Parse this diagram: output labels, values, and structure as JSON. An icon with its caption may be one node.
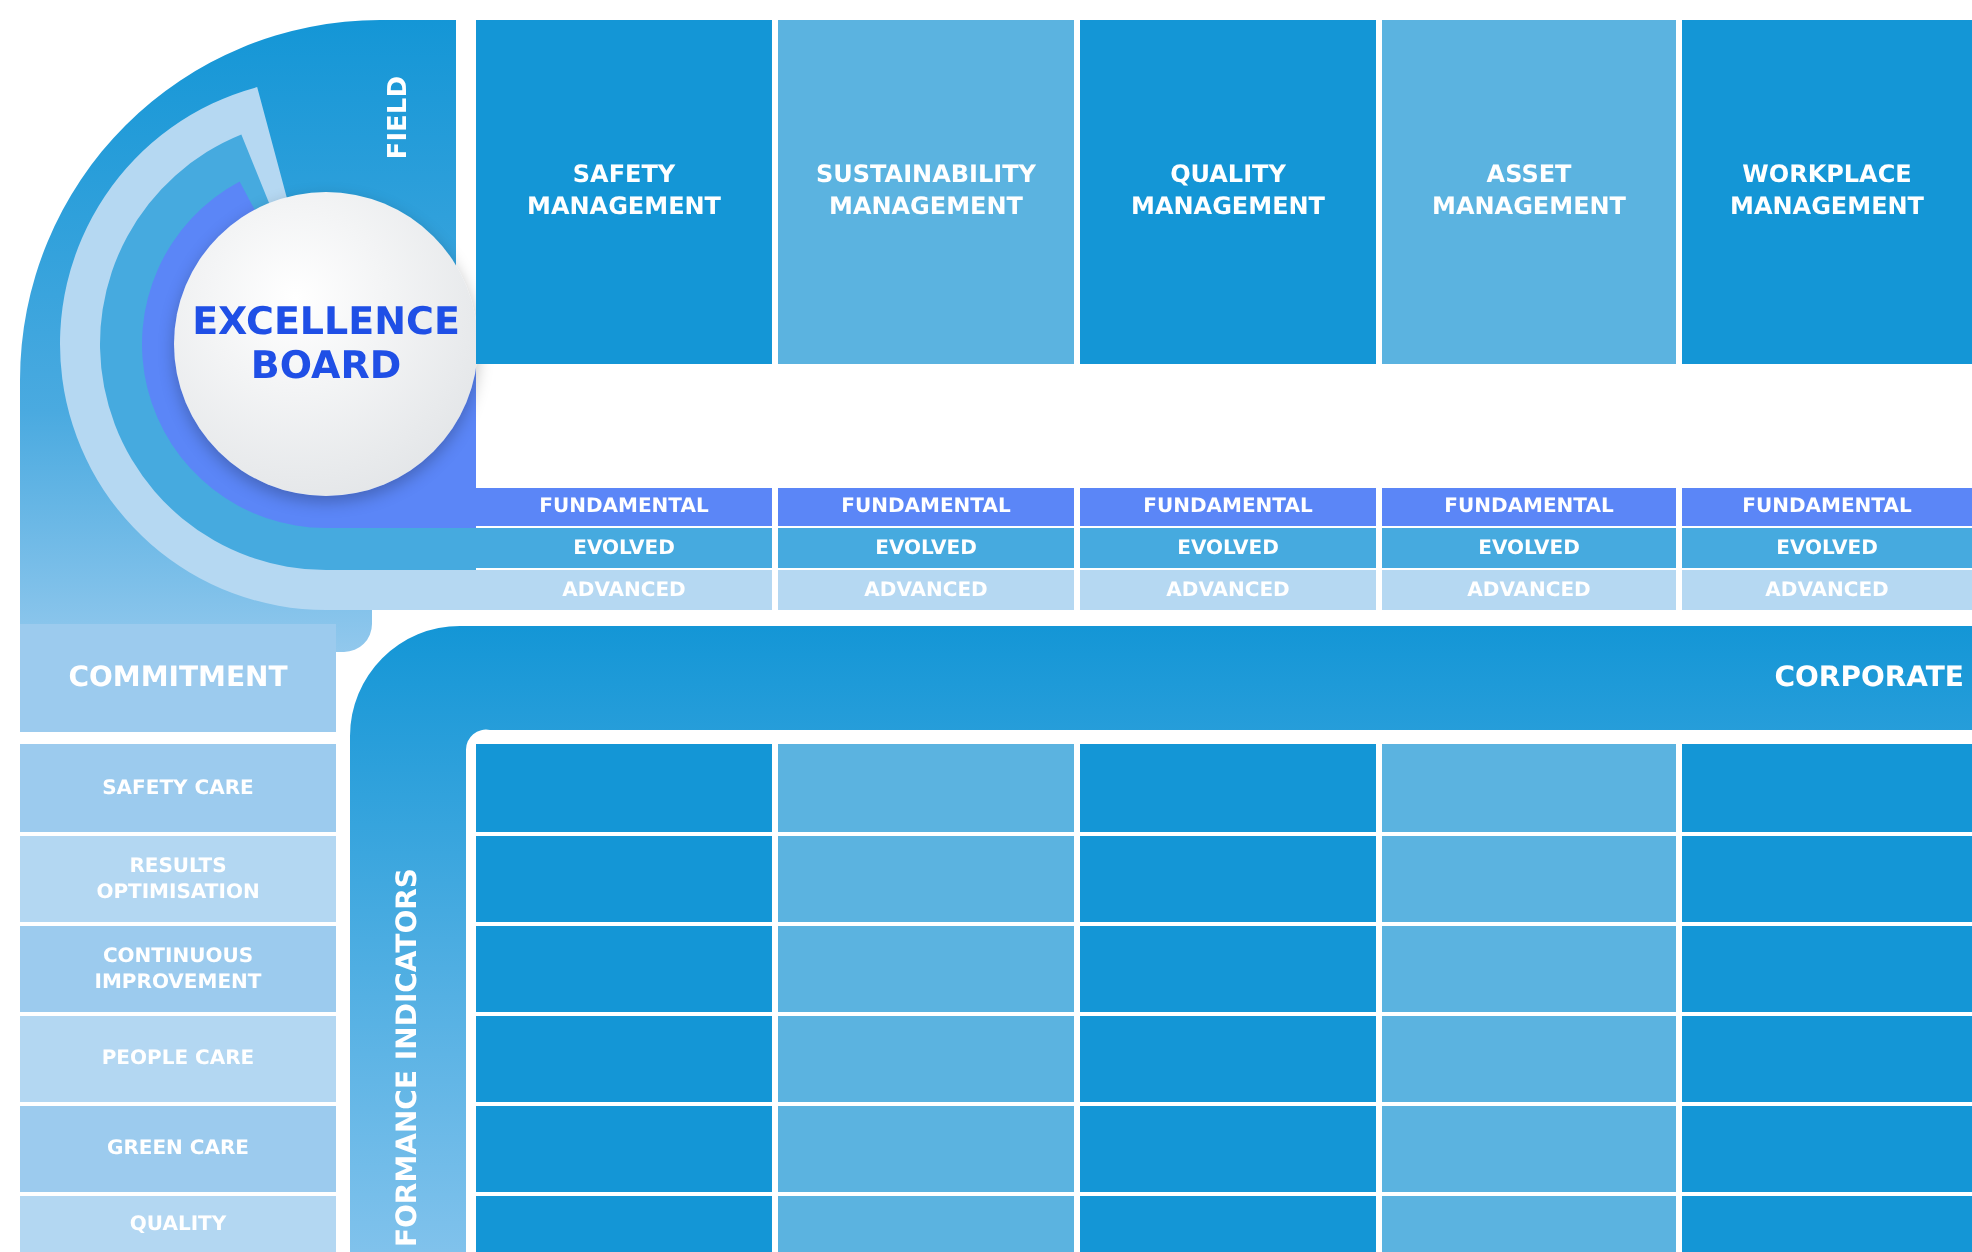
{
  "diagram": {
    "nodes": [
      {
        "text": [
          "EXCELLENCE BOARD"
        ]
      },
      {
        "text": [
          "SAFETY MANAGEMENT"
        ]
      },
      {
        "text": [
          "SUSTAINABILITY MANAGEMENT"
        ]
      },
      {
        "text": [
          "QUALITY MANAGEMENT"
        ]
      },
      {
        "text": [
          "ASSET MANAGEMENT"
        ]
      },
      {
        "text": [
          "WORKPLACE MANAGEMENT"
        ]
      },
      {
        "text": [
          "FUNDAMENTAL"
        ]
      },
      {
        "text": [
          "EVOLVED"
        ]
      },
      {
        "text": [
          "ADVANCED"
        ]
      },
      {
        "text": [
          "FUNDAMENTAL"
        ]
      },
      {
        "text": [
          "EVOLVED"
        ]
      },
      {
        "text": [
          "ADVANCED"
        ]
      },
      {
        "text": [
          "FUNDAMENTAL"
        ]
      },
      {
        "text": [
          "EVOLVED"
        ]
      },
      {
        "text": [
          "ADVANCED"
        ]
      },
      {
        "text": [
          "FUNDAMENTAL"
        ]
      },
      {
        "text": [
          "EVOLVED"
        ]
      },
      {
        "text": [
          "ADVANCED"
        ]
      },
      {
        "text": [
          "FUNDAMENTAL"
        ]
      },
      {
        "text": [
          "EVOLVED"
        ]
      },
      {
        "text": [
          "ADVANCED"
        ]
      },
      {
        "text": [
          "COMMITMENT"
        ]
      },
      {
        "text": [
          "SAFETY CARE"
        ]
      },
      {
        "text": [
          "RESULTS OPTIMISATION"
        ]
      },
      {
        "text": [
          "CONTINUOUS IMPROVEMENT"
        ]
      },
      {
        "text": [
          "PEOPLE CARE"
        ]
      },
      {
        "text": [
          "GREEN CARE"
        ]
      },
      {
        "text": [
          "QUALITY"
        ]
      },
      {
        "text": [
          "CORPORATE",
          "FORMANCE INDICATORS"
        ]
      },
      {
        "text": [],
        "shape": "box"
      },
      {
        "text": [],
        "shape": "box"
      },
      {
        "text": [],
        "shape": "box"
      },
      {
        "text": [],
        "shape": "box"
      },
      {
        "text": [],
        "shape": "box"
      },
      {
        "text": [],
        "shape": "box"
      },
      {
        "text": [],
        "shape": "box"
      },
      {
        "text": [],
        "shape": "box"
      },
      {
        "text": [],
        "shape": "box"
      },
      {
        "text": [],
        "shape": "box"
      },
      {
        "text": [],
        "shape": "box"
      },
      {
        "text": [],
        "shape": "box"
      },
      {
        "text": [],
        "shape": "box"
      },
      {
        "text": [],
        "shape": "box"
      },
      {
        "text": [],
        "shape": "box"
      },
      {
        "text": [],
        "shape": "box"
      },
      {
        "text": [],
        "shape": "box"
      },
      {
        "text": [],
        "shape": "box"
      },
      {
        "text": [],
        "shape": "box"
      },
      {
        "text": [],
        "shape": "box"
      },
      {
        "text": [],
        "shape": "box"
      },
      {
        "text": [],
        "shape": "box"
      },
      {
        "text": [],
        "shape": "box"
      },
      {
        "text": [],
        "shape": "box"
      },
      {
        "text": [],
        "shape": "box"
      },
      {
        "text": [],
        "shape": "box"
      },
      {
        "text": [],
        "shape": "box"
      },
      {
        "text": [],
        "shape": "box"
      },
      {
        "text": [],
        "shape": "box"
      },
      {
        "text": [],
        "shape": "box"
      }
    ],
    "edges": [],
    "labels": [
      "FIELD"
    ]
  }
}
